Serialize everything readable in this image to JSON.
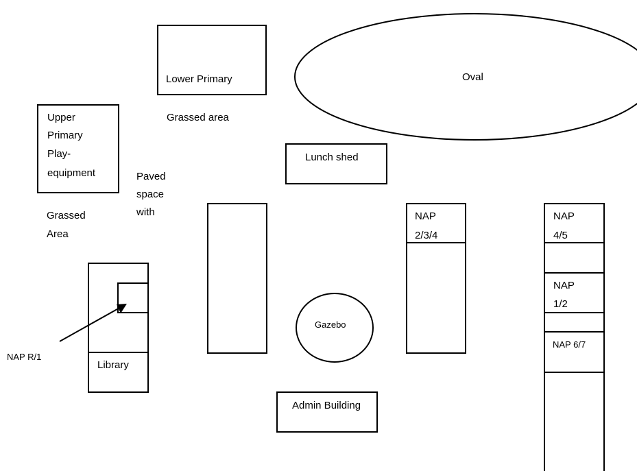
{
  "map": {
    "lower_primary": "Lower Primary",
    "oval": "Oval",
    "grassed_area_top": "Grassed area",
    "upper_primary": [
      "Upper",
      "Primary",
      "Play-",
      "equipment"
    ],
    "lunch_shed": "Lunch shed",
    "paved_space": [
      "Paved",
      "space",
      "with"
    ],
    "grassed_area_left": [
      "Grassed",
      "Area"
    ],
    "nap_234": [
      "NAP",
      "2/3/4"
    ],
    "nap_45": [
      "NAP",
      "4/5"
    ],
    "nap_12": [
      "NAP",
      "1/2"
    ],
    "nap_67": "NAP 6/7",
    "gazebo": "Gazebo",
    "library": "Library",
    "nap_r1": "NAP R/1",
    "admin_building": "Admin Building"
  }
}
